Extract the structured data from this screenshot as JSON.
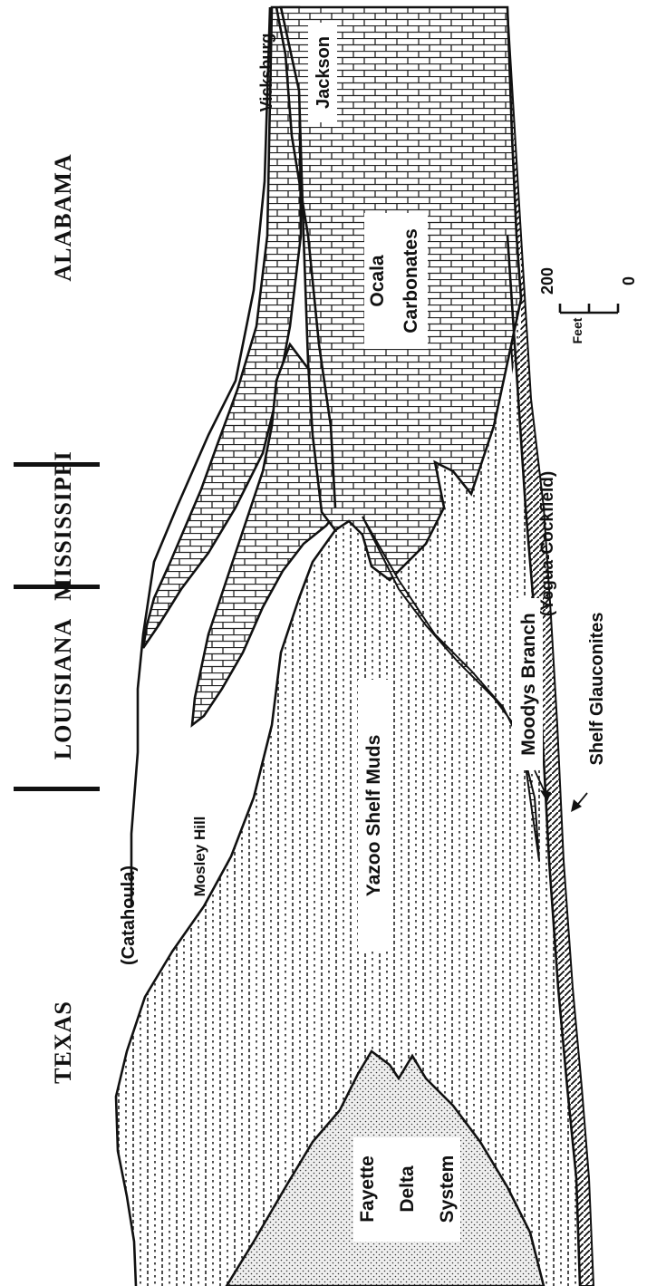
{
  "states": {
    "texas": "TEXAS",
    "louisiana": "LOUISIANA",
    "mississippi": "MISSISSIPPI",
    "alabama": "ALABAMA"
  },
  "units": {
    "catahoula": "(Catahoula)",
    "mosley_hill": "Mosley Hill",
    "yazoo": "Yazoo Shelf Muds",
    "fayette_1": "Fayette",
    "fayette_2": "Delta",
    "fayette_3": "System",
    "moodys_branch": "Moodys Branch",
    "shelf_glauconites": "Shelf Glauconites",
    "yegua": "(Yegua-Cockfield)",
    "ocala_1": "Ocala",
    "ocala_2": "Carbonates",
    "vicksburg": "Vicksburg",
    "jackson": "Jackson"
  },
  "scale": {
    "title": "Feet",
    "top": "200",
    "bottom": "0"
  },
  "patterns": {
    "shelf_muds": "dashed-hatch",
    "carbonates": "brick",
    "delta": "stipple",
    "glauconite": "diagonal-hatch"
  }
}
